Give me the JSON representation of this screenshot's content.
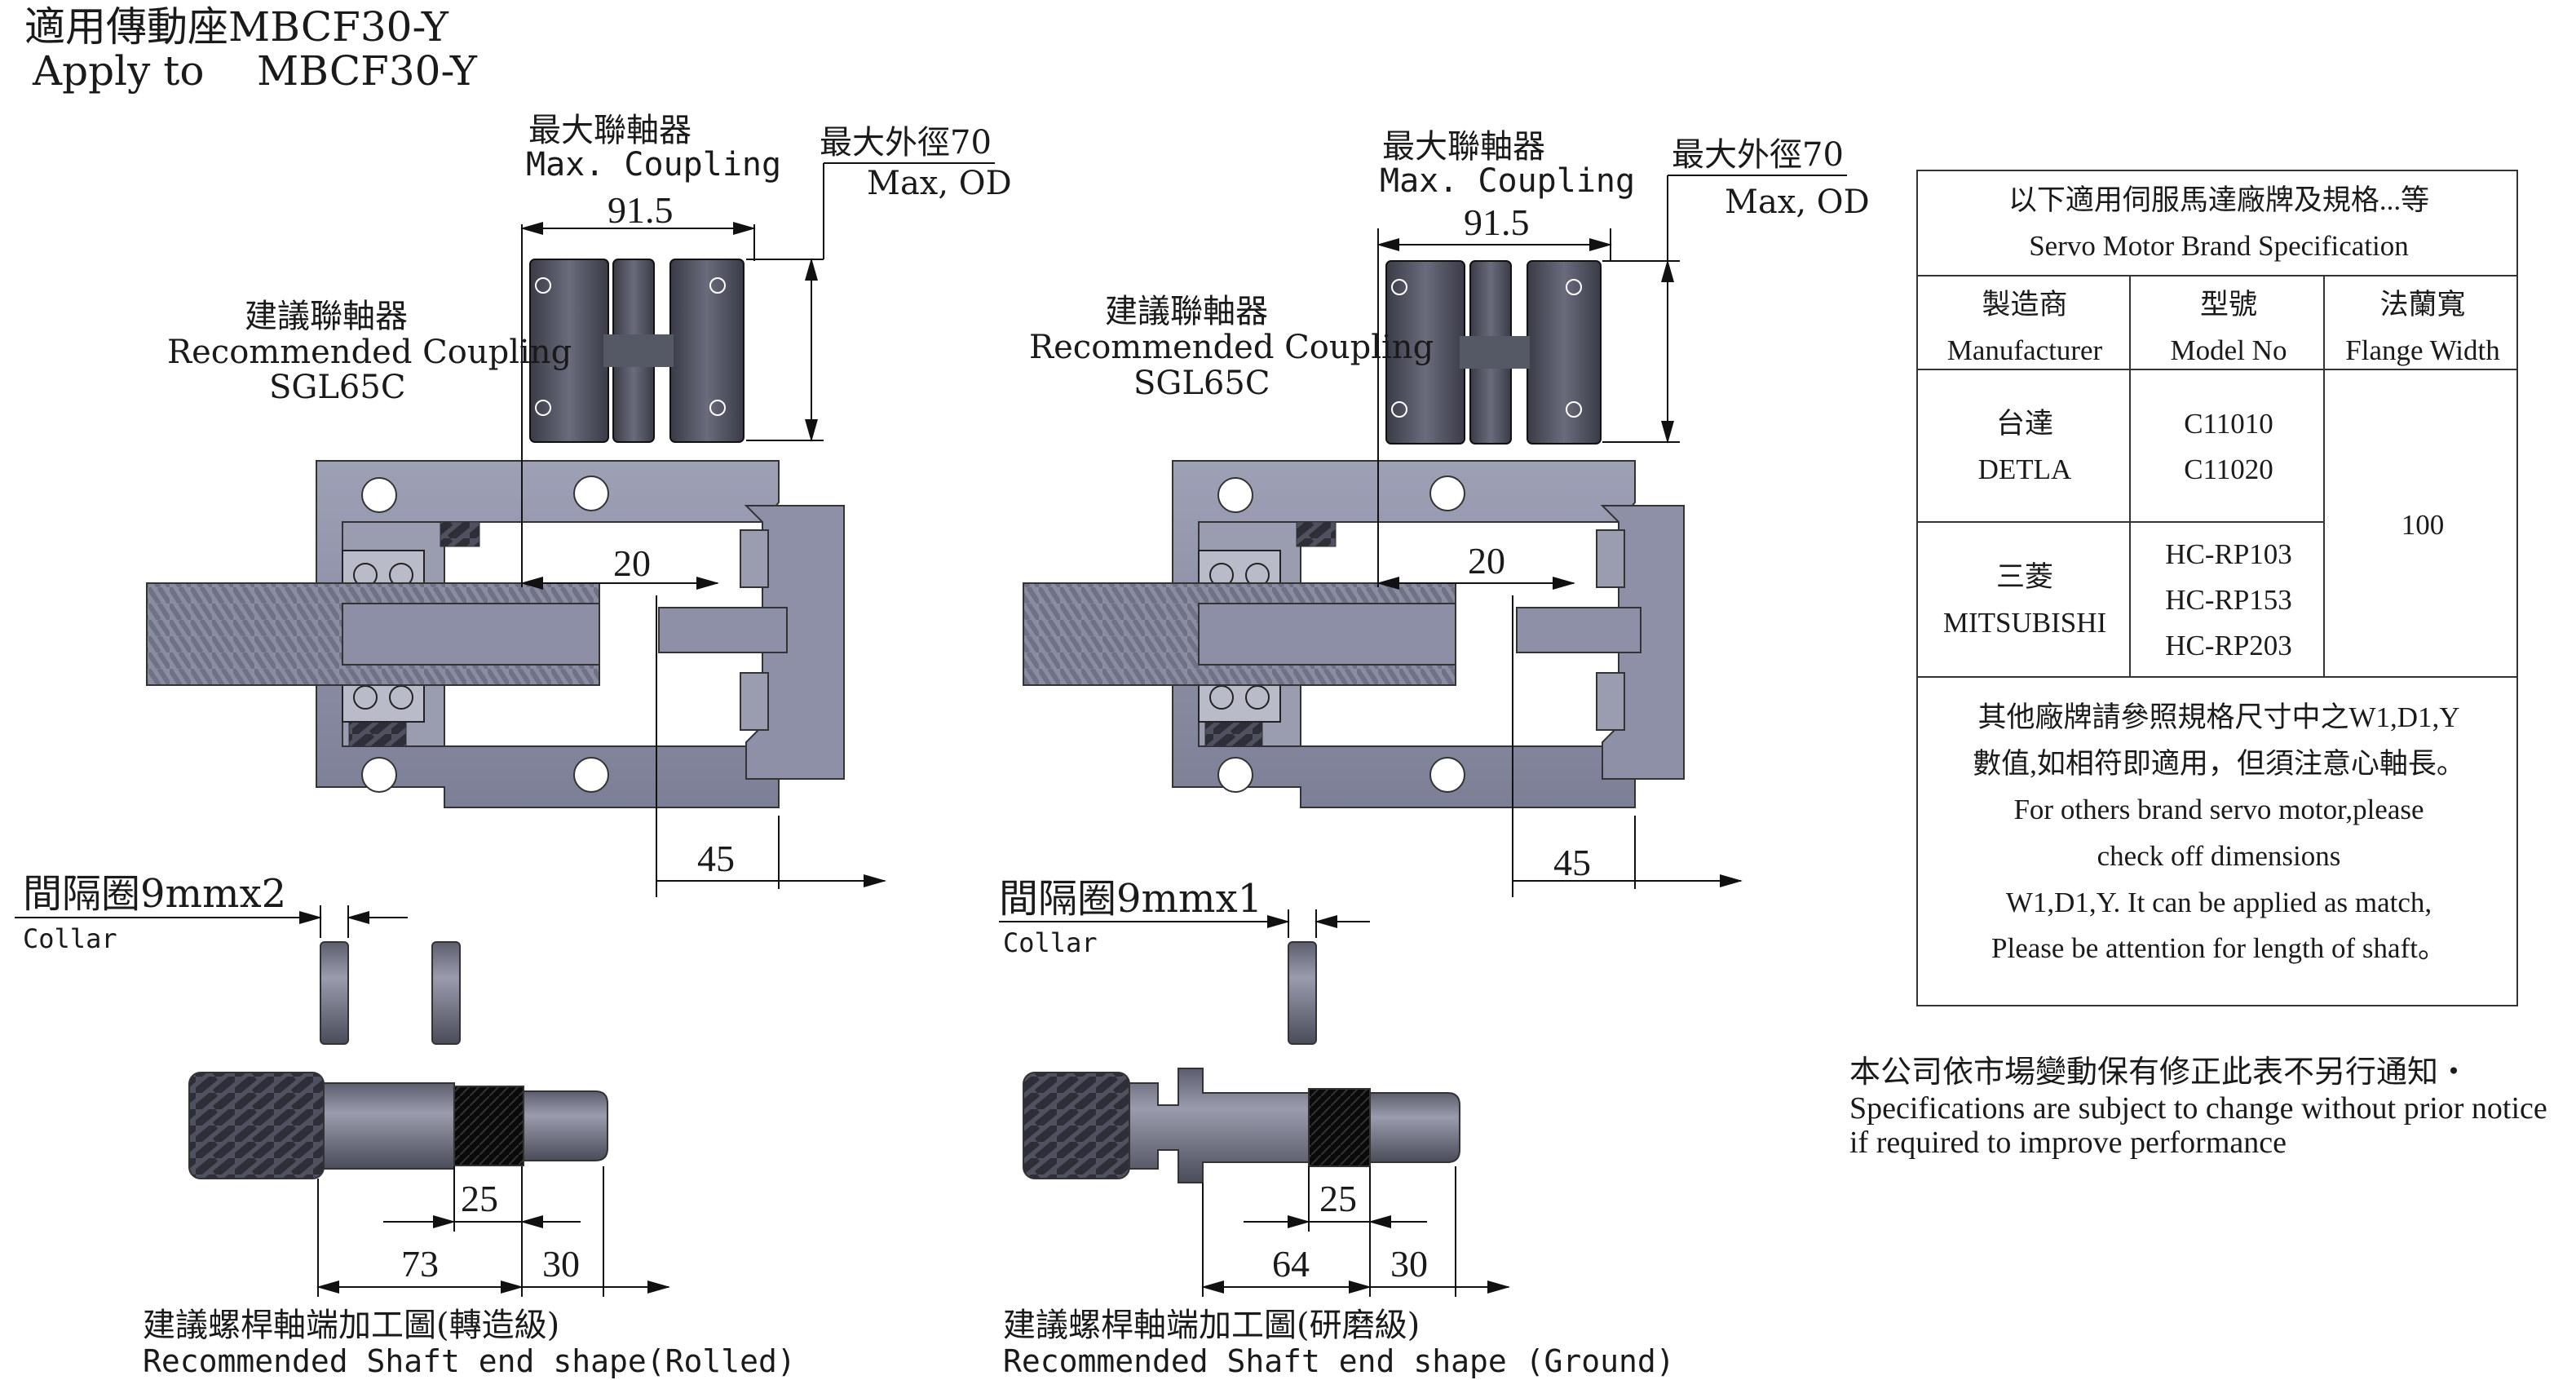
{
  "header": {
    "title_cn": "適用傳動座MBCF30-Y",
    "title_en_prefix": "Apply to",
    "title_en_model": "MBCF30-Y"
  },
  "left_view": {
    "max_coupling_cn": "最大聯軸器",
    "max_coupling_en": "Max. Coupling",
    "coupling_len": "91.5",
    "max_od_cn": "最大外徑70",
    "max_od_en": "Max, OD",
    "rec_coupling_cn": "建議聯軸器",
    "rec_coupling_en": "Recommended Coupling",
    "rec_coupling_model": "SGL65C",
    "dim_gap": "20",
    "dim_flange": "45",
    "collar_cn": "間隔圈9mmx2",
    "collar_en": "Collar",
    "dim_thread": "25",
    "dim_a": "73",
    "dim_b": "30",
    "shaft_cn": "建議螺桿軸端加工圖(轉造級)",
    "shaft_en": "Recommended Shaft end shape(Rolled)"
  },
  "right_view": {
    "max_coupling_cn": "最大聯軸器",
    "max_coupling_en": "Max. Coupling",
    "coupling_len": "91.5",
    "max_od_cn": "最大外徑70",
    "max_od_en": "Max, OD",
    "rec_coupling_cn": "建議聯軸器",
    "rec_coupling_en": "Recommended Coupling",
    "rec_coupling_model": "SGL65C",
    "dim_gap": "20",
    "dim_flange": "45",
    "collar_cn": "間隔圈9mmx1",
    "collar_en": "Collar",
    "dim_thread": "25",
    "dim_a": "64",
    "dim_b": "30",
    "shaft_cn": "建議螺桿軸端加工圖(研磨級)",
    "shaft_en": "Recommended Shaft end shape (Ground)"
  },
  "spec_table": {
    "title_cn": "以下適用伺服馬達廠牌及規格...等",
    "title_en": "Servo Motor Brand Specification",
    "col_manufacturer_cn": "製造商",
    "col_manufacturer_en": "Manufacturer",
    "col_model_cn": "型號",
    "col_model_en": "Model No",
    "col_flange_cn": "法蘭寬",
    "col_flange_en": "Flange Width",
    "rows": [
      {
        "maker_cn": "台達",
        "maker_en": "DETLA",
        "models": [
          "C11010",
          "C11020"
        ]
      },
      {
        "maker_cn": "三菱",
        "maker_en": "MITSUBISHI",
        "models": [
          "HC-RP103",
          "HC-RP153",
          "HC-RP203"
        ]
      }
    ],
    "flange_width": "100",
    "note_lines": [
      "其他廠牌請參照規格尺寸中之W1,D1,Y",
      "數值,如相符即適用，但須注意心軸長。",
      "For others brand servo motor,please",
      "check off dimensions",
      "W1,D1,Y. It can be applied as match,",
      "Please be attention for length of shaft。"
    ]
  },
  "footer_note": {
    "cn": "本公司依市場變動保有修正此表不另行通知・",
    "en_line1": "Specifications are subject to change without prior notice",
    "en_line2": " if required to improve performance"
  }
}
